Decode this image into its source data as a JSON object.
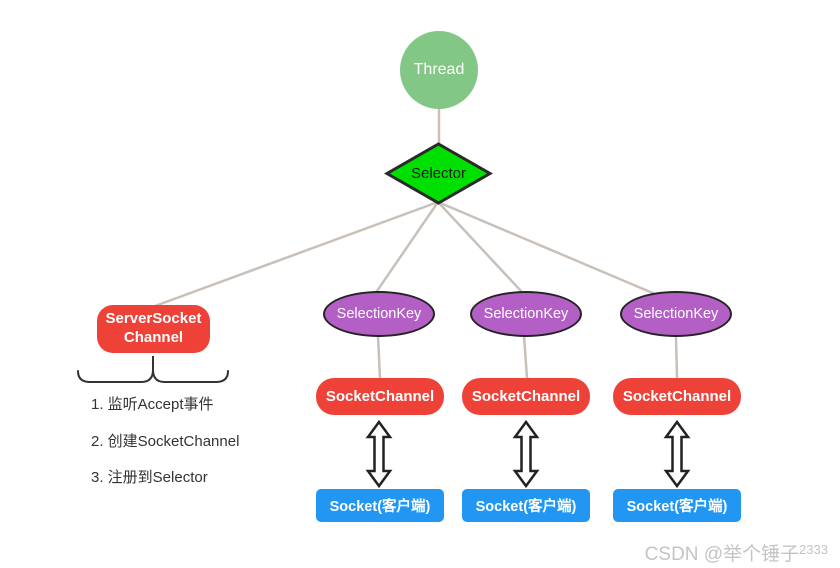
{
  "diagram": {
    "thread": "Thread",
    "selector": "Selector",
    "server_socket_channel": [
      "ServerSocket",
      "Channel"
    ],
    "steps": [
      "1. 监听Accept事件",
      "2. 创建SocketChannel",
      "3. 注册到Selector"
    ],
    "columns": [
      {
        "selection_key": "SelectionKey",
        "socket_channel": "SocketChannel",
        "socket": "Socket(客户端)"
      },
      {
        "selection_key": "SelectionKey",
        "socket_channel": "SocketChannel",
        "socket": "Socket(客户端)"
      },
      {
        "selection_key": "SelectionKey",
        "socket_channel": "SocketChannel",
        "socket": "Socket(客户端)"
      }
    ],
    "watermark": {
      "prefix": "CSDN @举个锤子",
      "suffix": "2333"
    },
    "colors": {
      "thread_fill": "#82c785",
      "selector_fill": "#00e000",
      "selection_key_fill": "#b35fc5",
      "channel_fill": "#ee4238",
      "socket_fill": "#2196f3",
      "connector_line": "#c9c1b9"
    }
  }
}
